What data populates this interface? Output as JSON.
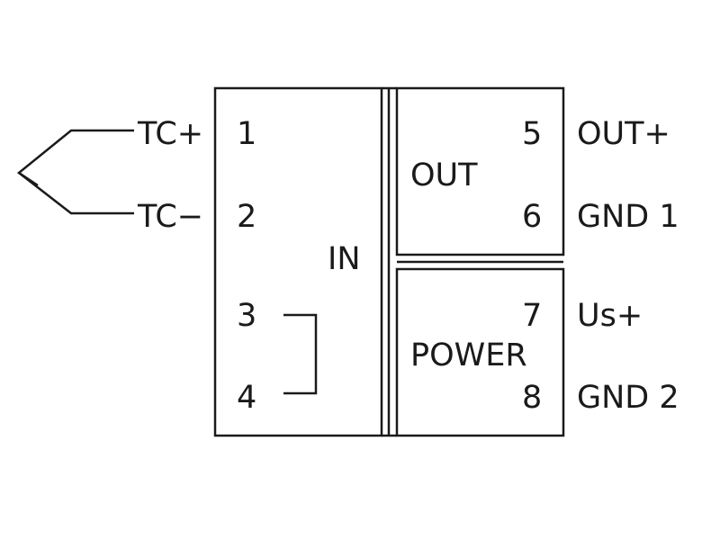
{
  "blocks": {
    "in": "IN",
    "out": "OUT",
    "power": "POWER"
  },
  "terminals": [
    {
      "number": "1",
      "signal": "TC+"
    },
    {
      "number": "2",
      "signal": "TC−"
    },
    {
      "number": "3",
      "signal": ""
    },
    {
      "number": "4",
      "signal": ""
    },
    {
      "number": "5",
      "signal": "OUT+"
    },
    {
      "number": "6",
      "signal": "GND 1"
    },
    {
      "number": "7",
      "signal": "Us+"
    },
    {
      "number": "8",
      "signal": "GND 2"
    }
  ],
  "colors": {
    "line": "#1a1a1a",
    "background": "#ffffff"
  }
}
